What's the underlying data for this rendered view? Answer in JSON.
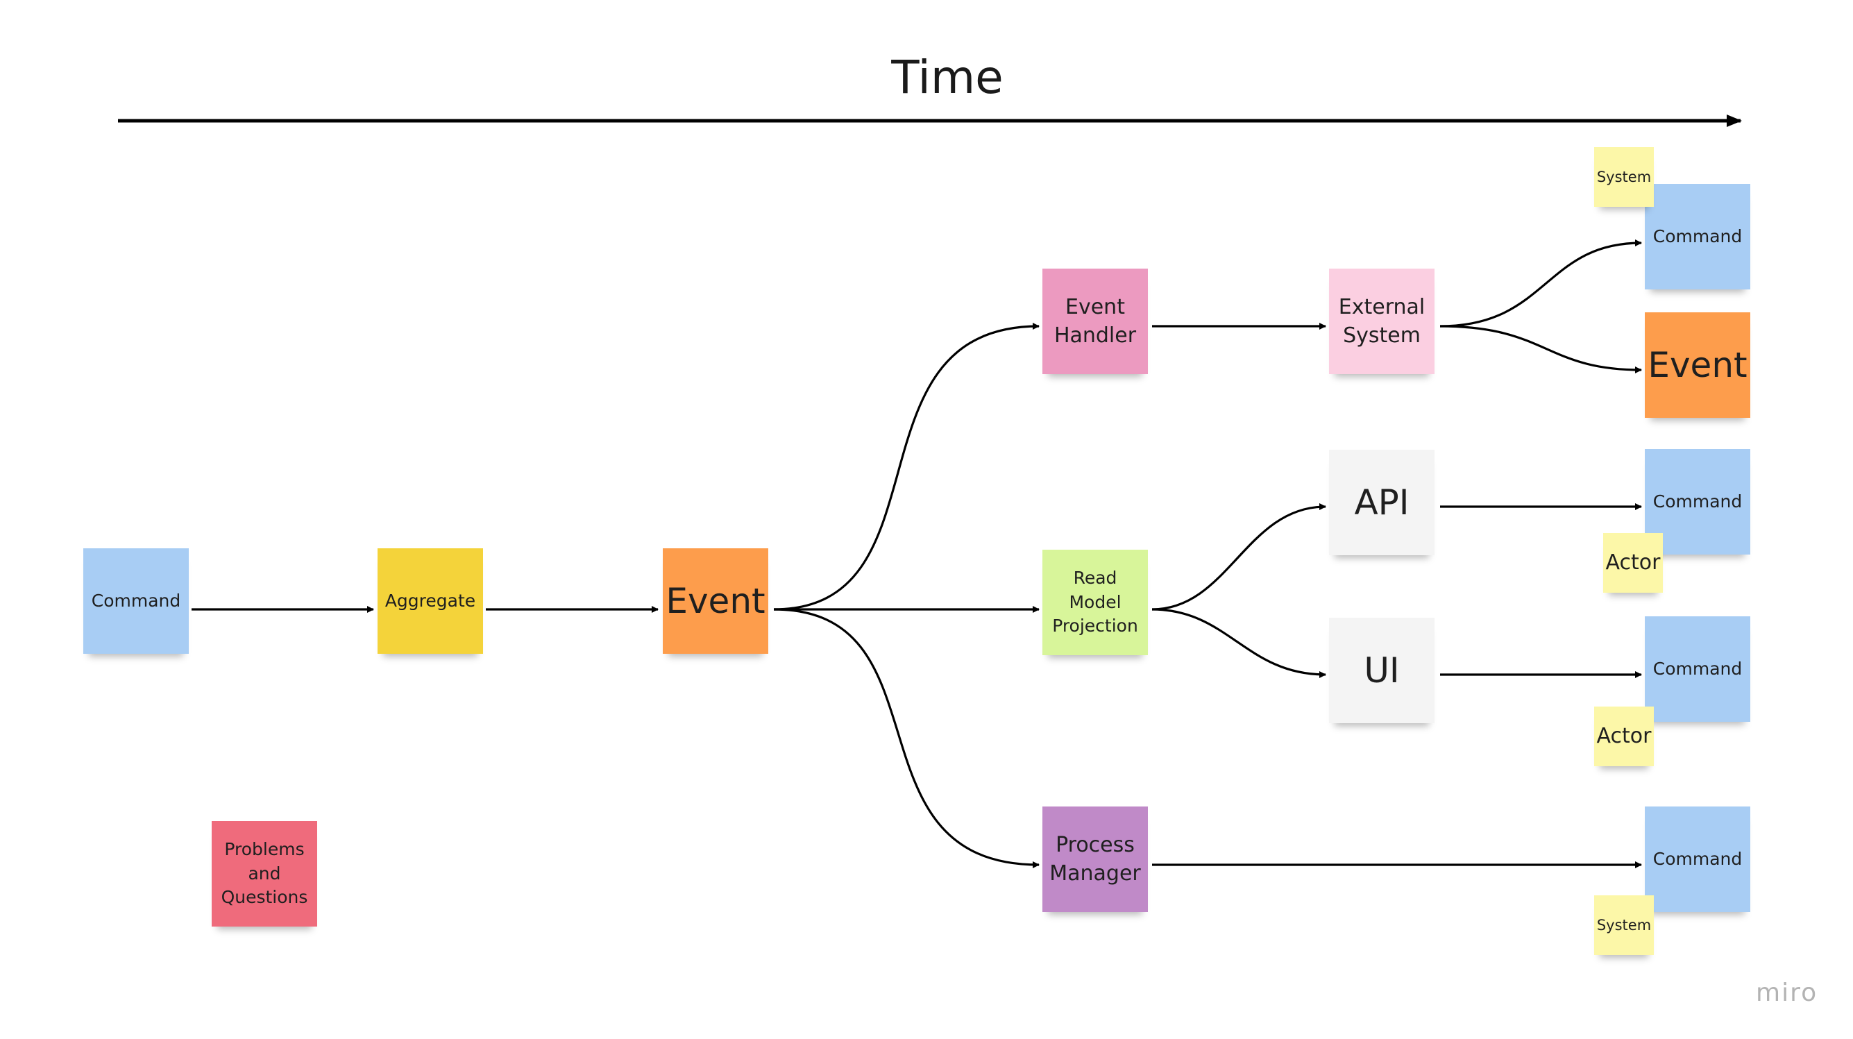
{
  "diagram": {
    "title": "Time",
    "brand": "miro",
    "notes": {
      "command_main": "Command",
      "aggregate": "Aggregate",
      "event_main": "Event",
      "event_handler": "Event\nHandler",
      "read_model": "Read\nModel\nProjection",
      "process_manager": "Process\nManager",
      "external_system": "External\nSystem",
      "api": "API",
      "ui": "UI",
      "command_top": "Command",
      "event_top": "Event",
      "command_api": "Command",
      "command_ui": "Command",
      "command_pm": "Command",
      "system_top": "System",
      "actor_api": "Actor",
      "actor_ui": "Actor",
      "system_pm": "System",
      "problems": "Problems\nand\nQuestions"
    },
    "colors": {
      "command": "#a8cdf4",
      "aggregate": "#f4d33a",
      "event": "#fd9d4c",
      "event_handler": "#ec9ac0",
      "external_system": "#fbcfe1",
      "read_model": "#d8f59a",
      "ui_api": "#f4f4f4",
      "process_manager": "#c08ac8",
      "problems": "#ef6b7c",
      "actor_system": "#fcf7a8"
    }
  }
}
